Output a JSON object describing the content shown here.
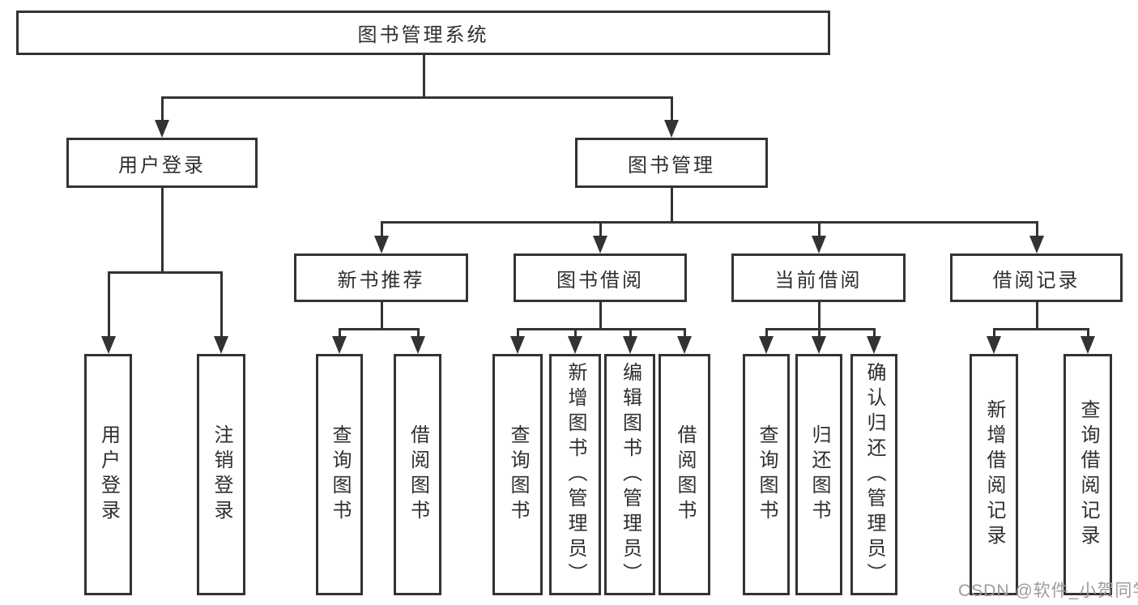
{
  "nodes": {
    "root": {
      "label": "图书管理系统"
    },
    "user-login": {
      "label": "用户登录"
    },
    "book-mgmt": {
      "label": "图书管理"
    },
    "user-login-op": {
      "label": "用户登录"
    },
    "logout-op": {
      "label": "注销登录"
    },
    "new-book-rec": {
      "label": "新书推荐"
    },
    "book-borrow": {
      "label": "图书借阅"
    },
    "current-borrow": {
      "label": "当前借阅"
    },
    "borrow-record": {
      "label": "借阅记录"
    },
    "query-book-1": {
      "label": "查询图书"
    },
    "borrow-book-1": {
      "label": "借阅图书"
    },
    "query-book-2": {
      "label": "查询图书"
    },
    "add-book-admin": {
      "label": "新增图书（管理员）"
    },
    "edit-book-admin": {
      "label": "编辑图书（管理员）"
    },
    "borrow-book-2": {
      "label": "借阅图书"
    },
    "query-book-3": {
      "label": "查询图书"
    },
    "return-book": {
      "label": "归还图书"
    },
    "confirm-return-admin": {
      "label": "确认归还（管理员）"
    },
    "add-borrow-record": {
      "label": "新增借阅记录"
    },
    "query-borrow-record": {
      "label": "查询借阅记录"
    }
  },
  "tree": {
    "id": "root",
    "children": [
      {
        "id": "user-login",
        "children": [
          {
            "id": "user-login-op"
          },
          {
            "id": "logout-op"
          }
        ]
      },
      {
        "id": "book-mgmt",
        "children": [
          {
            "id": "new-book-rec",
            "children": [
              {
                "id": "query-book-1"
              },
              {
                "id": "borrow-book-1"
              }
            ]
          },
          {
            "id": "book-borrow",
            "children": [
              {
                "id": "query-book-2"
              },
              {
                "id": "add-book-admin"
              },
              {
                "id": "edit-book-admin"
              },
              {
                "id": "borrow-book-2"
              }
            ]
          },
          {
            "id": "current-borrow",
            "children": [
              {
                "id": "query-book-3"
              },
              {
                "id": "return-book"
              },
              {
                "id": "confirm-return-admin"
              }
            ]
          },
          {
            "id": "borrow-record",
            "children": [
              {
                "id": "add-borrow-record"
              },
              {
                "id": "query-borrow-record"
              }
            ]
          }
        ]
      }
    ]
  },
  "watermark": {
    "text": "CSDN @软件_小贺同学"
  },
  "colors": {
    "line": "#333333",
    "text": "#2f2f2f",
    "watermark": "#9c9c9c",
    "background": "#ffffff"
  }
}
